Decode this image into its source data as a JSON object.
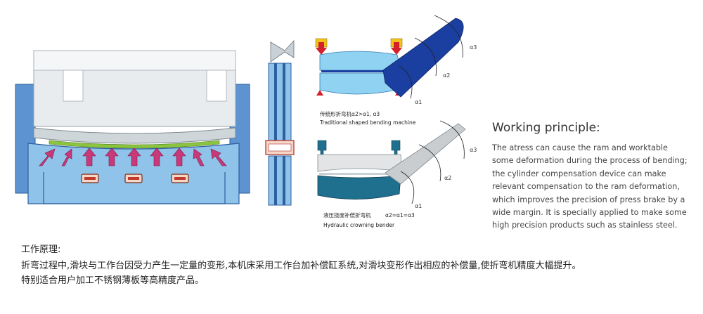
{
  "diagram": {
    "upper_diagram": {
      "caption_cn": "传统形折弯机",
      "caption_formula": "α2>α1, α3",
      "caption_en": "Traditional shaped bending machine",
      "angle_labels": [
        "α3",
        "α2",
        "α1"
      ]
    },
    "lower_diagram": {
      "caption_cn": "液压挠度补偿折弯机",
      "caption_formula": "α2=α1=α3",
      "caption_en": "Hydraulic crowning bender",
      "angle_labels": [
        "α3",
        "α2",
        "α1"
      ]
    },
    "colors": {
      "frame_blue": "#4a86c8",
      "light_blue": "#8fc3ea",
      "dark_blue": "#1a3fa0",
      "teal": "#1f6f8e",
      "arrow_pink": "#c8397a",
      "green_strip": "#8bc43f",
      "red_marker": "#d4202a",
      "yellow_marker": "#f2c21b"
    }
  },
  "working_principle": {
    "title": "Working principle:",
    "body": "The atress can cause the ram and worktable some deformation during the process of bending; the cylinder compensation device can make relevant compensation to the ram deformation, which improves the precision of press brake by a wide margin. It is specially applied to make some high precision products such as stainless steel."
  },
  "chinese_text": {
    "title": "工作原理:",
    "line1": "折弯过程中,滑块与工作台因受力产生一定量的变形,本机床采用工作台加补偿缸系统,对滑块变形作出相应的补偿量,使折弯机精度大幅提升。",
    "line2": "特别适合用户加工不锈钢薄板等高精度产品。"
  }
}
